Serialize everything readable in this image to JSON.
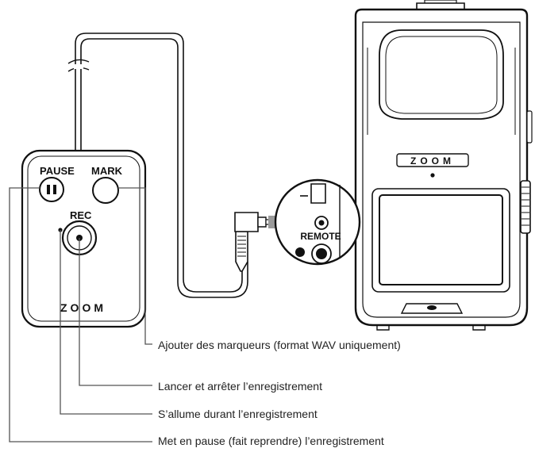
{
  "remote": {
    "pause_label": "PAUSE",
    "mark_label": "MARK",
    "rec_label": "REC",
    "logo_text": "ZOOM"
  },
  "recorder": {
    "logo_text": "ZOOM",
    "remote_port_label": "REMOTE"
  },
  "callouts": {
    "mark": "Ajouter des marqueurs (format WAV uniquement)",
    "rec": "Lancer et arrêter l’enregistrement",
    "led": "S’allume durant l’enregistrement",
    "pause": "Met en pause (fait reprendre) l’enregistrement"
  },
  "colors": {
    "line": "#111111",
    "leader": "#555555",
    "arrow": "#9a9a9a"
  }
}
